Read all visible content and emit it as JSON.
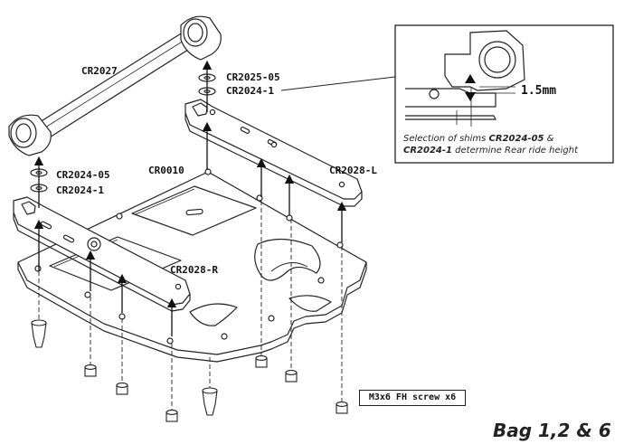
{
  "parts": {
    "axle": "CR2027",
    "shim_upper_a": "CR2025-05",
    "shim_upper_b": "CR2024-1",
    "shim_lower_a": "CR2024-05",
    "shim_lower_b": "CR2024-1",
    "plate": "CR0010",
    "rail_left": "CR2028-L",
    "rail_right": "CR2028-R"
  },
  "inset": {
    "dimension": "1.5mm",
    "caption_prefix": "Selection of shims ",
    "caption_part_a": "CR2024-05",
    "caption_mid": " &",
    "caption_part_b": "CR2024-1",
    "caption_suffix": " determine Rear ride height"
  },
  "screw_note": "M3x6 FH screw x6",
  "bag_label": "Bag 1,2 & 6"
}
